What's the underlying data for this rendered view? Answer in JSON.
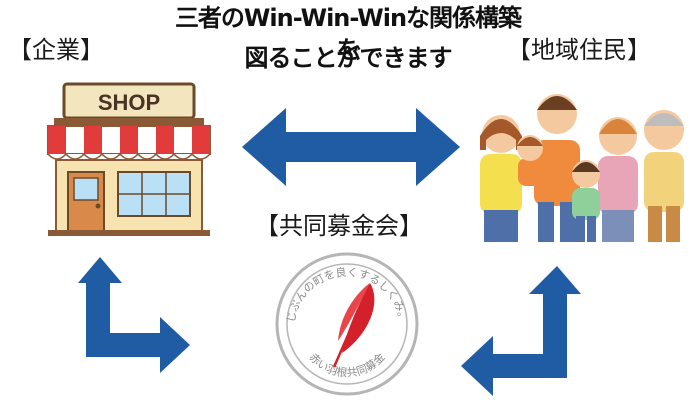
{
  "headline": {
    "line1": "三者のWin-Win-Winな関係構築を",
    "line2": "図ることができます"
  },
  "nodes": {
    "company_label": "【企業】",
    "residents_label": "【地域住民】",
    "fund_label": "【共同募金会】"
  },
  "shop_sign": "SHOP",
  "logo": {
    "arc_top": "じぶんの町を良くするしくみ。",
    "arc_bottom": "赤い羽根共同募金"
  },
  "colors": {
    "arrow": "#1f5ca3",
    "feather": "#d4202a",
    "awning_red": "#e23b3b",
    "shop_wall": "#f6e3b0"
  }
}
